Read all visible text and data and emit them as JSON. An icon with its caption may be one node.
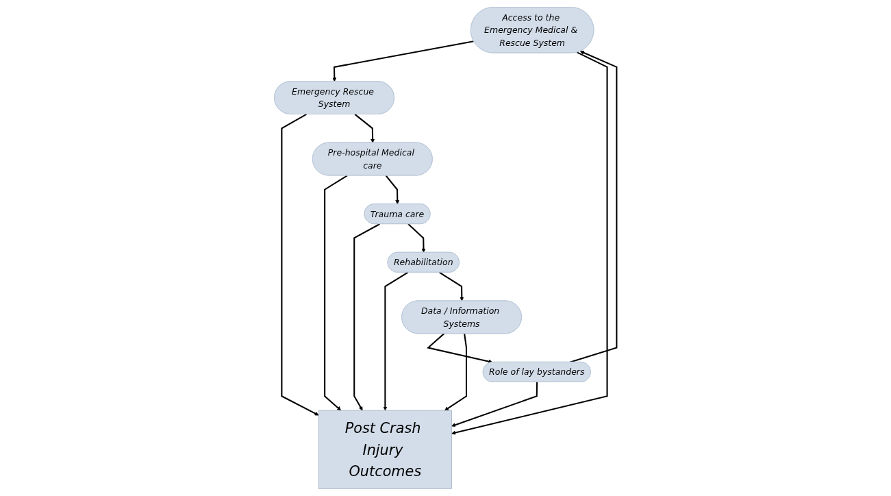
{
  "diagram": {
    "nodes": [
      {
        "text": [
          "Access to the Emergency Medical & Rescue System"
        ]
      },
      {
        "text": [
          "Role of lay bystanders"
        ]
      },
      {
        "text": [
          "Data / Information Systems"
        ]
      },
      {
        "text": [
          "Emergency Rescue System"
        ]
      },
      {
        "text": [
          "Post Crash Injury Outcomes"
        ]
      },
      {
        "text": [
          "Rehabilitation"
        ]
      },
      {
        "text": [
          "Pre-hospital Medical care"
        ]
      },
      {
        "text": [
          "Trauma care"
        ]
      }
    ],
    "edges": [
      {
        "from": 1,
        "to": 0,
        "arrow": "to"
      },
      {
        "from": 2,
        "to": 1,
        "arrow": "to"
      },
      {
        "from": 0,
        "to": 3,
        "arrow": "to"
      },
      {
        "from": 0,
        "to": 4,
        "arrow": "to"
      },
      {
        "from": 1,
        "to": 4,
        "arrow": "to"
      },
      {
        "from": 2,
        "to": 4,
        "arrow": "to"
      },
      {
        "from": 3,
        "to": 4,
        "arrow": "to"
      },
      {
        "from": 5,
        "to": 4,
        "arrow": "to"
      },
      {
        "from": 5,
        "to": 2,
        "arrow": "to"
      },
      {
        "from": 3,
        "to": 6,
        "arrow": "to"
      },
      {
        "from": 6,
        "to": 4,
        "arrow": "to"
      },
      {
        "from": 6,
        "to": 7,
        "arrow": "to"
      },
      {
        "from": 7,
        "to": 4,
        "arrow": "to"
      },
      {
        "from": 7,
        "to": 5,
        "arrow": "to"
      }
    ]
  }
}
